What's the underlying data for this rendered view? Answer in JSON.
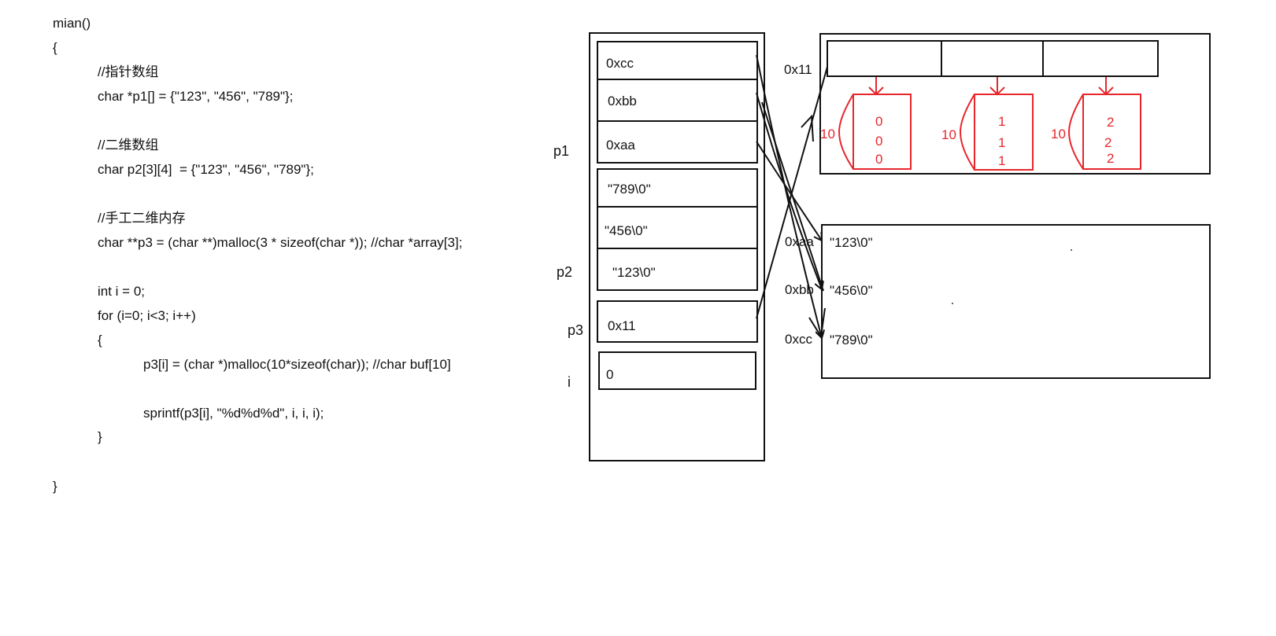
{
  "code": {
    "lines": [
      "mian()",
      "{",
      "//指针数组",
      "char *p1[] = {\"123\", \"456\", \"789\"};",
      "//二维数组",
      "char p2[3][4]  = {\"123\", \"456\", \"789\"};",
      "//手工二维内存",
      "char **p3 = (char **)malloc(3 * sizeof(char *)); //char *array[3];",
      "int i = 0;",
      "for (i=0; i<3; i++)",
      "{",
      "p3[i] = (char *)malloc(10*sizeof(char)); //char buf[10]",
      "sprintf(p3[i], \"%d%d%d\", i, i, i);",
      "}",
      "}"
    ]
  },
  "stack": {
    "var_labels": [
      "p1",
      "p2",
      "p3",
      "i"
    ],
    "cells": [
      "0xcc",
      "0xbb",
      "0xaa",
      "\"789\\0\"",
      "\"456\\0\"",
      "\"123\\0\"",
      "0x11",
      "0"
    ]
  },
  "heap": {
    "address": "0x11",
    "buffers": [
      {
        "size": "10",
        "digits": [
          "0",
          "0",
          "0"
        ]
      },
      {
        "size": "10",
        "digits": [
          "1",
          "1",
          "1"
        ]
      },
      {
        "size": "10",
        "digits": [
          "2",
          "2",
          "2"
        ]
      }
    ]
  },
  "constants": {
    "entries": [
      {
        "address": "0xaa",
        "value": "\"123\\0\""
      },
      {
        "address": "0xbb",
        "value": "\"456\\0\""
      },
      {
        "address": "0xcc",
        "value": "\"789\\0\""
      }
    ]
  },
  "colors": {
    "ink": "#111111",
    "heap_buffer": "#e8262b"
  }
}
